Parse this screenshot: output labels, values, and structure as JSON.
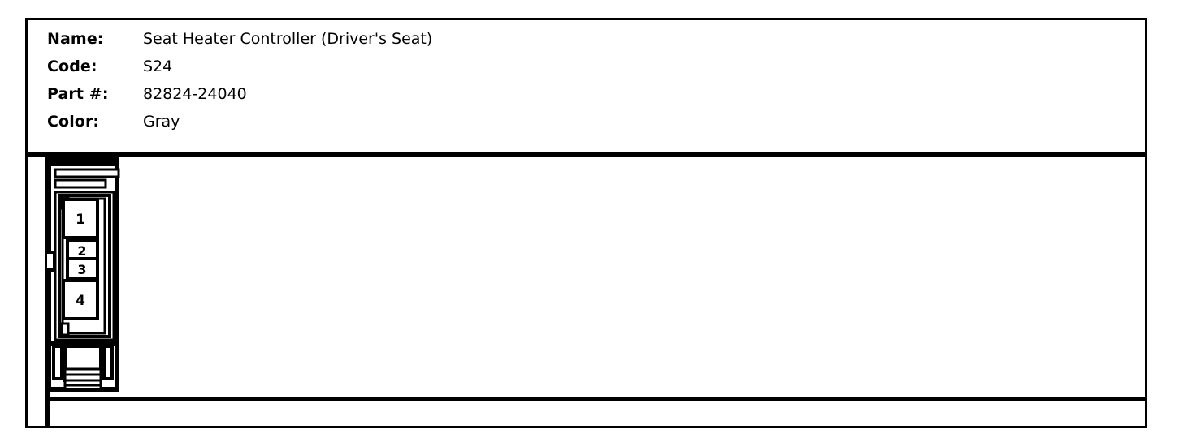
{
  "component": {
    "spec_rows": [
      {
        "label": "Name:",
        "value": "Seat Heater Controller (Driver's Seat)"
      },
      {
        "label": "Code:",
        "value": "S24"
      },
      {
        "label": "Part #:",
        "value": "82824-24040"
      },
      {
        "label": "Color:",
        "value": "Gray"
      }
    ]
  },
  "connector_diagram": {
    "type": "connector-pinout",
    "orientation": "vertical",
    "pin_count": 4,
    "pins": [
      {
        "number": "1",
        "size": "large"
      },
      {
        "number": "2",
        "size": "small"
      },
      {
        "number": "3",
        "size": "small"
      },
      {
        "number": "4",
        "size": "large"
      }
    ],
    "has_left_latch": true,
    "line_color": "#000000",
    "fill_color": "#ffffff"
  },
  "colors": {
    "ink": "#000000",
    "paper": "#ffffff"
  }
}
